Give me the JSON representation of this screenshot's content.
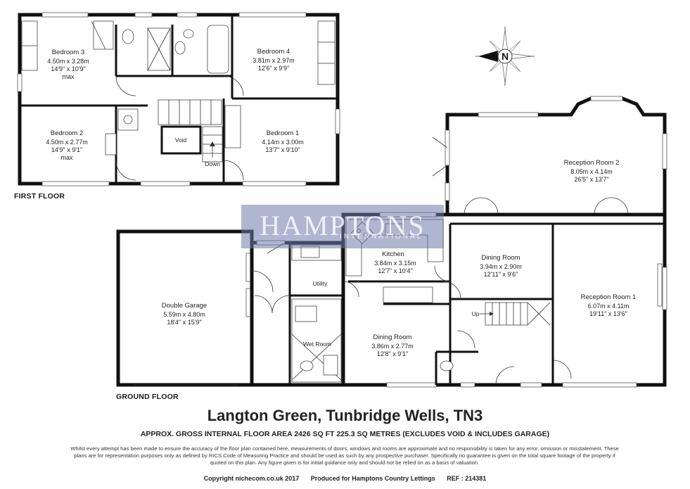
{
  "floors": {
    "first": "FIRST FLOOR",
    "ground": "GROUND FLOOR"
  },
  "rooms": {
    "bedroom3": {
      "name": "Bedroom 3",
      "metric": "4.50m x 3.28m",
      "imperial": "14'9\" x 10'9\"",
      "note": "max"
    },
    "bedroom4": {
      "name": "Bedroom 4",
      "metric": "3.81m x 2.97m",
      "imperial": "12'6\" x 9'9\""
    },
    "bedroom2": {
      "name": "Bedroom 2",
      "metric": "4.50m x 2.77m",
      "imperial": "14'9\" x 9'1\"",
      "note": "max"
    },
    "bedroom1": {
      "name": "Bedroom 1",
      "metric": "4.14m x 3.00m",
      "imperial": "13'7\" x 9'10\""
    },
    "void": {
      "name": "Void"
    },
    "reception2": {
      "name": "Reception Room 2",
      "metric": "8.05m x 4.14m",
      "imperial": "26'5\" x 13'7\""
    },
    "kitchen": {
      "name": "Kitchen",
      "metric": "3.84m x 3.15m",
      "imperial": "12'7\" x 10'4\""
    },
    "dining_upper": {
      "name": "Dining Room",
      "metric": "3.94m x 2.90m",
      "imperial": "12'11\" x 9'6\""
    },
    "reception1": {
      "name": "Reception Room 1",
      "metric": "6.07m x 4.11m",
      "imperial": "19'11\" x 13'6\""
    },
    "garage": {
      "name": "Double Garage",
      "metric": "5.59m x 4.80m",
      "imperial": "18'4\" x 15'9\""
    },
    "utility": {
      "name": "Utility"
    },
    "wetroom": {
      "name": "Wet Room"
    },
    "dining_lower": {
      "name": "Dining Room",
      "metric": "3.86m x 2.77m",
      "imperial": "12'8\" x 9'1\""
    }
  },
  "stairs": {
    "down": "Down",
    "up": "Up"
  },
  "compass": {
    "letter": "N"
  },
  "watermark": {
    "main": "HAMPTONS",
    "sub": "INTERNATIONAL"
  },
  "address": "Langton Green, Tunbridge Wells, TN3",
  "gia": "APPROX. GROSS INTERNAL FLOOR AREA 2426 SQ FT 225.3 SQ METRES (EXCLUDES VOID & INCLUDES GARAGE)",
  "disclaimer": "Whilst every attempt has been made to ensure the accuracy of the floor plan contained here, measurements of doors, windows and rooms are approximate and no responsibility is taken for any error, omission or misstatement. These plans are for representation purposes only as defined by RICS Code of Measuring Practice and should be used as such by any prospective purchaser. Specifically no guarantee is given on the total square footage of the property if quoted on this plan. Any figure given is for initial guidance only and should not be relied on as a basis of valuation.",
  "footer": {
    "copyright": "Copyright nichecom.co.uk 2017",
    "produced": "Produced for Hamptons Country Lettings",
    "ref": "REF : 214381"
  }
}
